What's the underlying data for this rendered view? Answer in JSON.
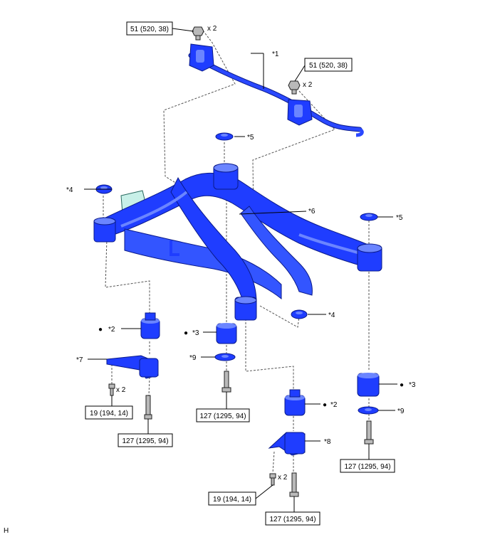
{
  "figure_code": "H",
  "torque": {
    "t51": "51 (520, 38)",
    "t19": "19 (194, 14)",
    "t127": "127 (1295, 94)"
  },
  "qty": {
    "x2": "x 2"
  },
  "callouts": {
    "c1": "*1",
    "c2": "*2",
    "c3": "*3",
    "c4": "*4",
    "c5": "*5",
    "c6": "*6",
    "c7": "*7",
    "c8": "*8",
    "c9": "*9"
  },
  "marker": "●",
  "colors": {
    "part": "#1f3dff",
    "outline": "#0a1a8a",
    "bolt": "#b9b9b9",
    "bracket_light": "#c8f0e8"
  }
}
